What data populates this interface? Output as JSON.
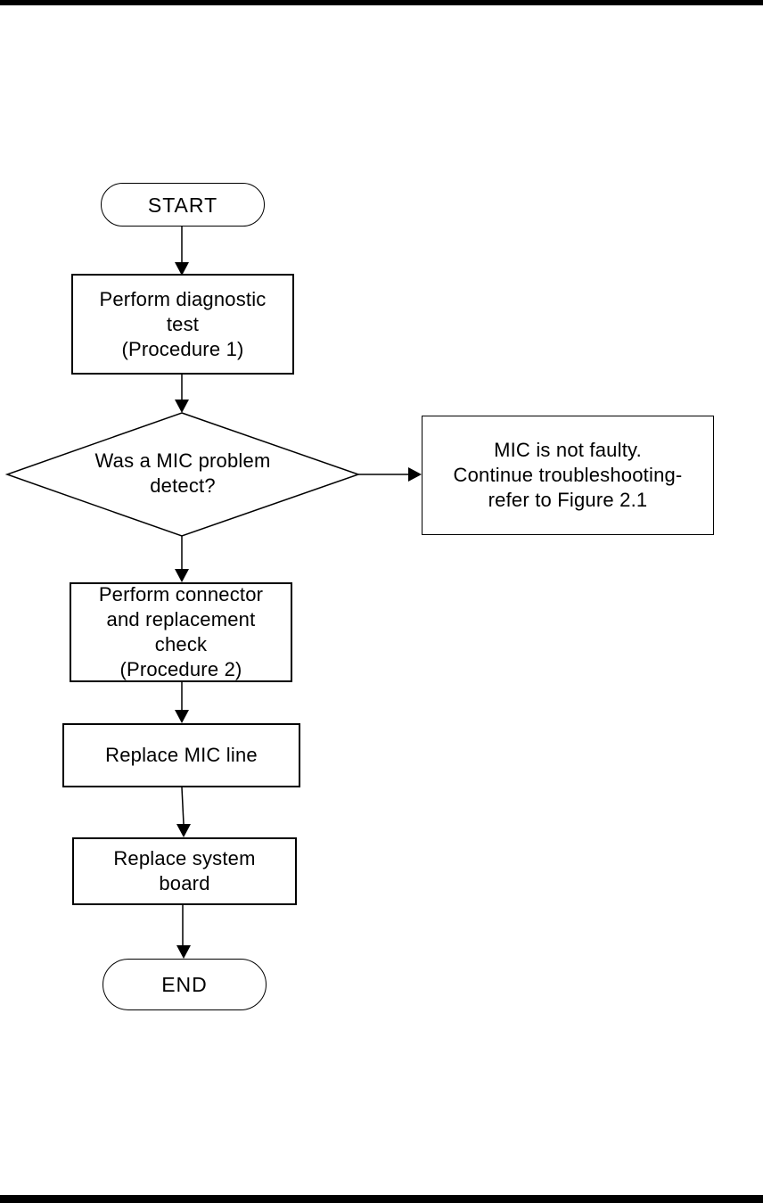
{
  "page": {
    "background_color": "#ffffff",
    "rule_color": "#000000"
  },
  "flowchart": {
    "stroke_color": "#000000",
    "fill_color": "#ffffff",
    "text_color": "#000000",
    "nodes": {
      "start": {
        "label": "START",
        "shape": "terminator"
      },
      "diagnostic_test": {
        "label": "Perform diagnostic\ntest\n(Procedure 1)",
        "shape": "process"
      },
      "mic_problem_decision": {
        "label": "Was a MIC problem\ndetect?",
        "shape": "decision"
      },
      "not_faulty": {
        "label": "MIC is not faulty.\nContinue troubleshooting-\nrefer to Figure 2.1",
        "shape": "process"
      },
      "connector_check": {
        "label": "Perform connector\nand replacement\ncheck\n(Procedure 2)",
        "shape": "process"
      },
      "replace_mic_line": {
        "label": "Replace MIC line",
        "shape": "process"
      },
      "replace_system_board": {
        "label": "Replace system\nboard",
        "shape": "process"
      },
      "end": {
        "label": "END",
        "shape": "terminator"
      }
    },
    "edges": [
      {
        "from": "start",
        "to": "diagnostic_test",
        "direction": "down"
      },
      {
        "from": "diagnostic_test",
        "to": "mic_problem_decision",
        "direction": "down"
      },
      {
        "from": "mic_problem_decision",
        "to": "not_faulty",
        "direction": "right"
      },
      {
        "from": "mic_problem_decision",
        "to": "connector_check",
        "direction": "down"
      },
      {
        "from": "connector_check",
        "to": "replace_mic_line",
        "direction": "down"
      },
      {
        "from": "replace_mic_line",
        "to": "replace_system_board",
        "direction": "down"
      },
      {
        "from": "replace_system_board",
        "to": "end",
        "direction": "down"
      }
    ]
  }
}
